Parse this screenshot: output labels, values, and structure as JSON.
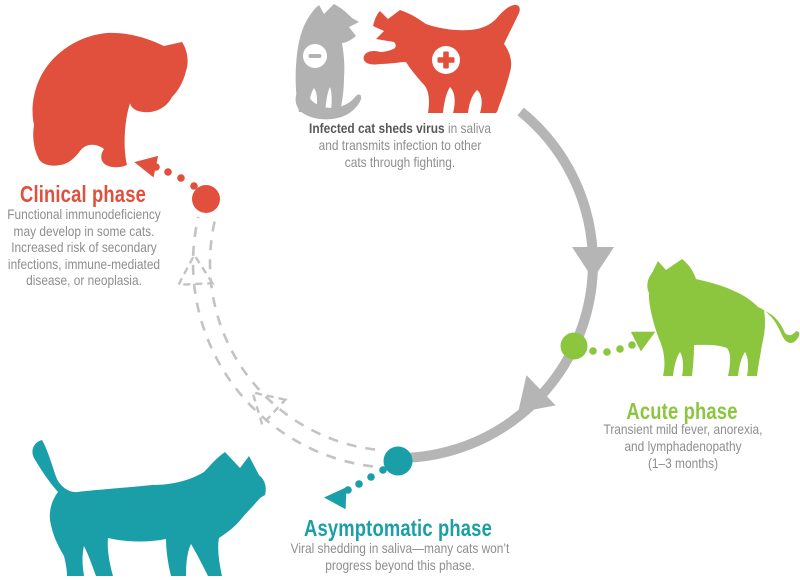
{
  "colors": {
    "red": "#E0503C",
    "green": "#8CC63F",
    "teal": "#1A9FA9",
    "arc_gray": "#B5B5B5",
    "cat_gray": "#B2B2B2",
    "dash_gray": "#C3C3C3",
    "text_gray": "#8E8E8E",
    "dark_gray": "#58585A"
  },
  "transmission": {
    "lead_bold": "Infected cat sheds virus",
    "lead_rest": " in saliva",
    "lines": [
      "and transmits infection to other",
      "cats through fighting."
    ]
  },
  "phases": {
    "clinical": {
      "title": "Clinical phase",
      "color": "#E0503C",
      "lines": [
        "Functional immunodeficiency",
        "may develop in some cats.",
        "Increased risk of secondary",
        "infections, immune-mediated",
        "disease, or neoplasia."
      ]
    },
    "acute": {
      "title": "Acute phase",
      "color": "#8CC63F",
      "lines": [
        "Transient mild fever, anorexia,",
        "and lymphadenopathy",
        "(1–3 months)"
      ]
    },
    "asymptomatic": {
      "title": "Asymptomatic phase",
      "color": "#1A9FA9",
      "lines": [
        "Viral shedding in saliva—many cats won’t",
        "progress beyond this phase."
      ]
    }
  },
  "markers": {
    "infected": "plus-icon",
    "uninfected": "minus-icon"
  }
}
